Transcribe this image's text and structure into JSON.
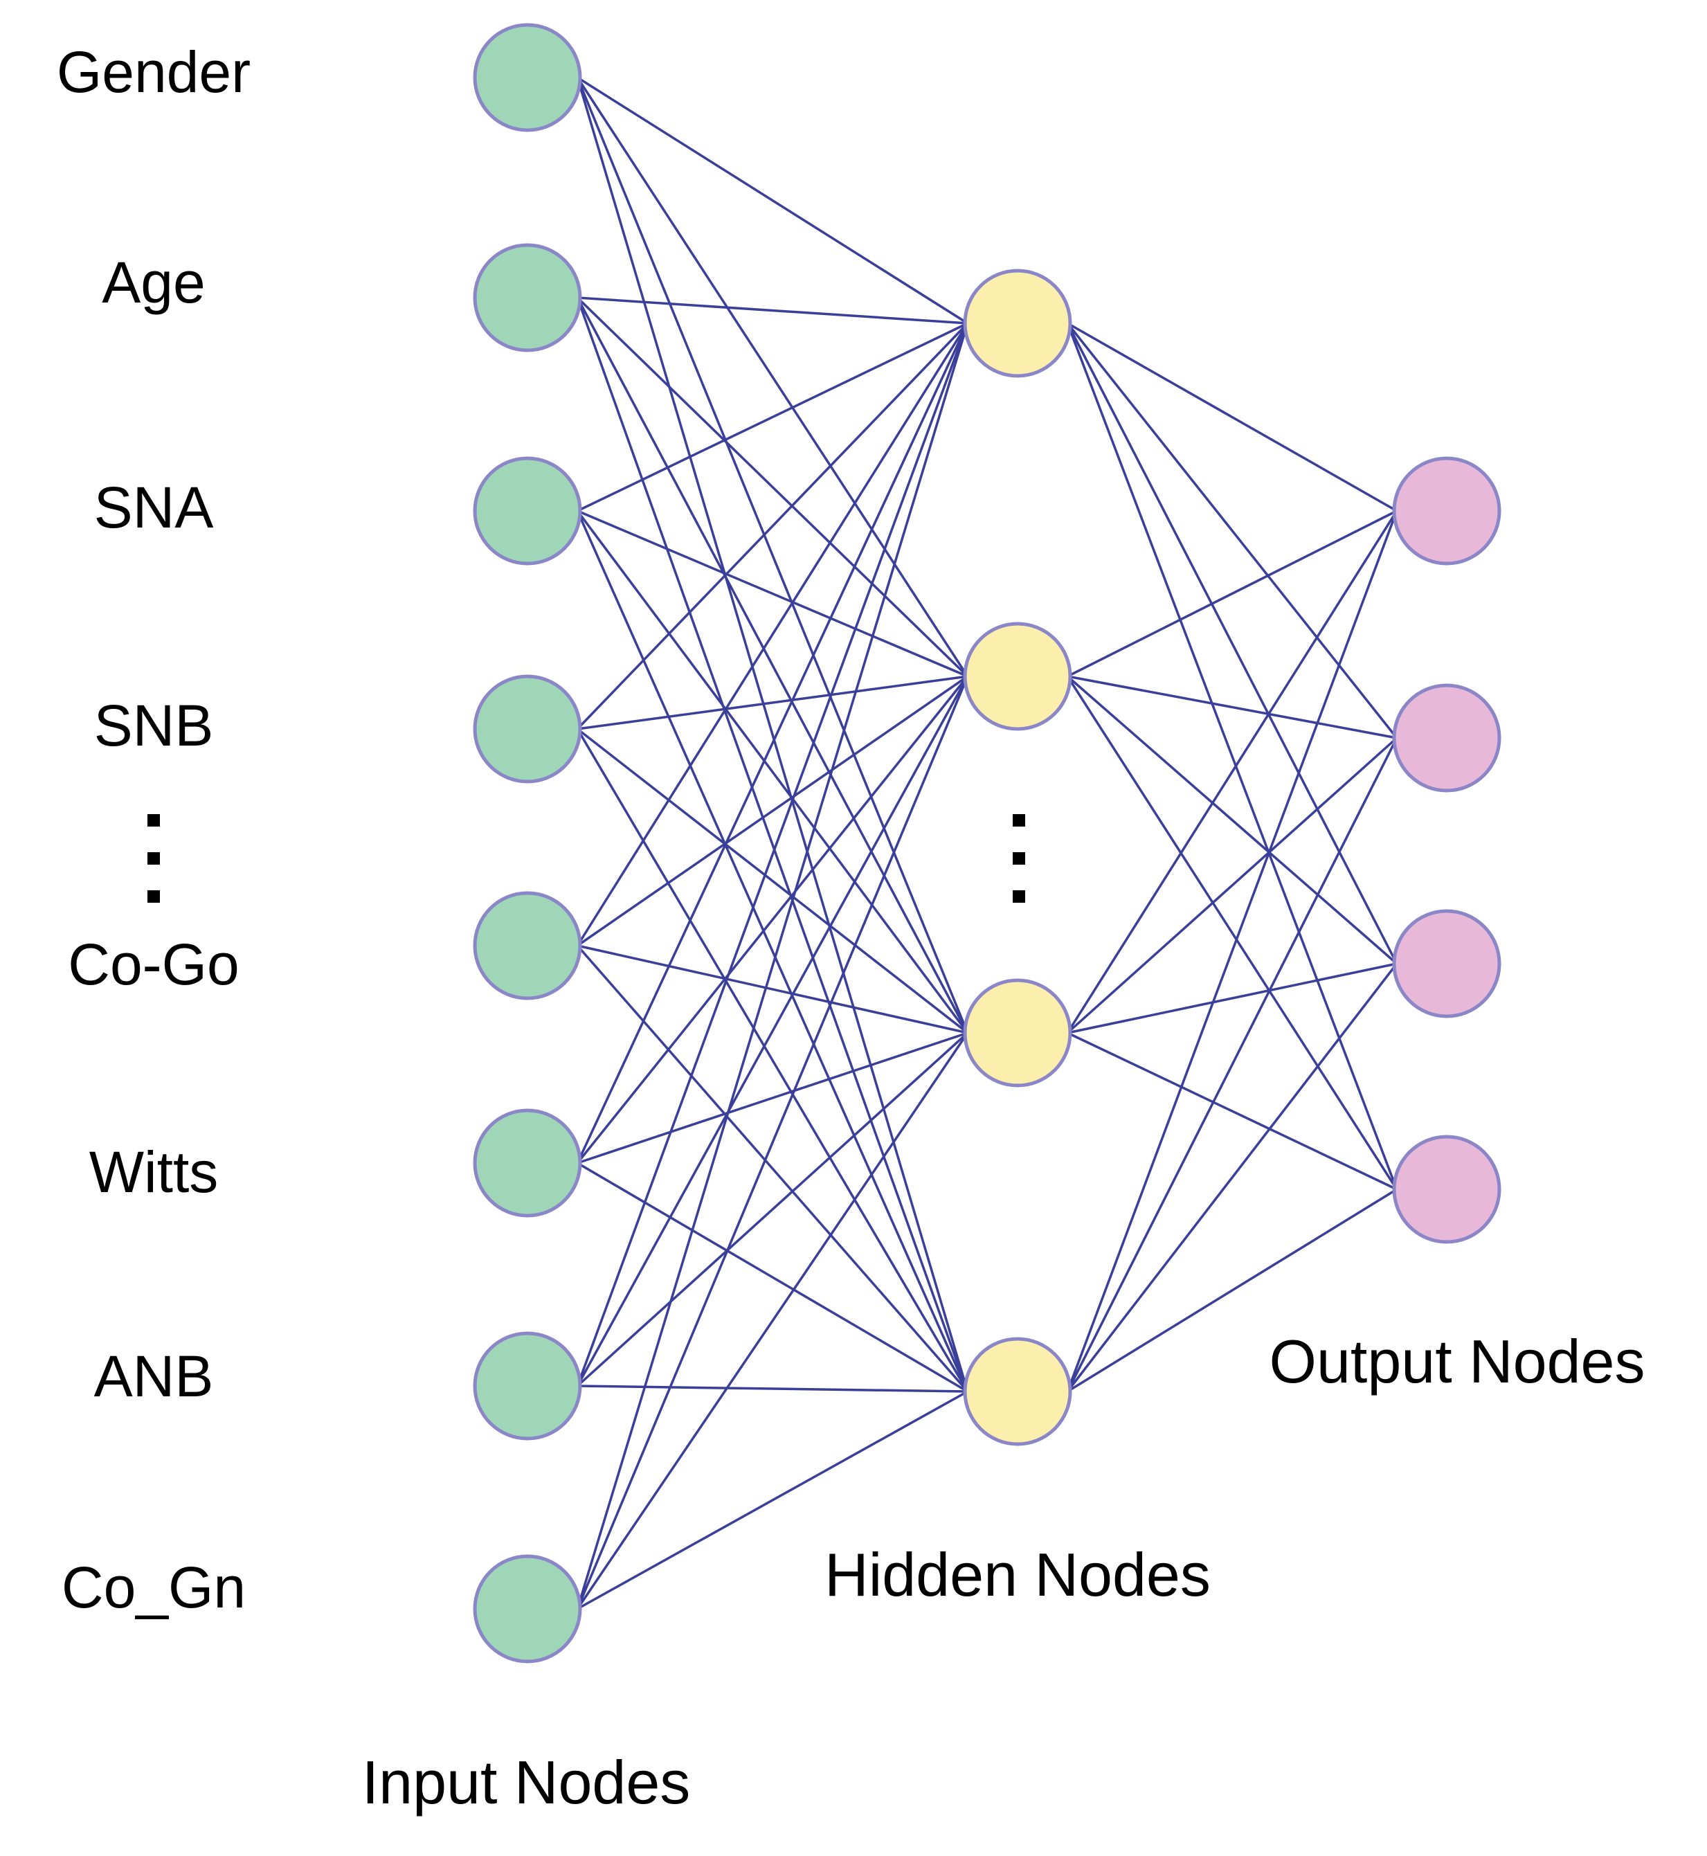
{
  "inputs": [
    "Gender",
    "Age",
    "SNA",
    "SNB",
    "Co-Go",
    "Witts",
    "ANB",
    "Co_Gn"
  ],
  "input_ellipsis": "⋮",
  "hidden_ellipsis": "⋮",
  "hidden_count": 4,
  "output_count": 4,
  "layer_labels": {
    "input": "Input Nodes",
    "hidden": "Hidden Nodes",
    "output": "Output Nodes"
  },
  "colors": {
    "edge": "#3a3f9a",
    "node_stroke": "#8a86c8",
    "input_fill": "#9fd6b8",
    "hidden_fill": "#fcefae",
    "output_fill": "#e8b8d8"
  }
}
